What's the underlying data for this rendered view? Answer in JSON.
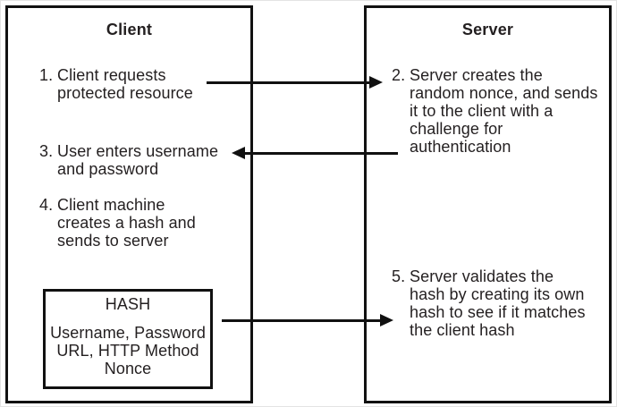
{
  "diagram": {
    "title_hint": "HTTP digest authentication message flow",
    "colors": {
      "line": "#111111",
      "text": "#231f20",
      "background": "#ffffff"
    },
    "client": {
      "title": "Client",
      "steps": [
        {
          "number": "1.",
          "lines": [
            "Client requests",
            "protected resource"
          ]
        },
        {
          "number": "3.",
          "lines": [
            "User enters username",
            "and password"
          ]
        },
        {
          "number": "4.",
          "lines": [
            "Client machine",
            "creates a hash and",
            "sends to server"
          ]
        }
      ],
      "hash_box": {
        "title": "HASH",
        "lines": [
          "Username, Password",
          "URL, HTTP Method",
          "Nonce"
        ]
      }
    },
    "server": {
      "title": "Server",
      "steps": [
        {
          "number": "2.",
          "lines": [
            "Server creates the",
            "random nonce, and sends",
            "it to the client with a",
            "challenge for",
            "authentication"
          ]
        },
        {
          "number": "5.",
          "lines": [
            "Server validates the",
            "hash by creating its own",
            "hash to see if it matches",
            "the client hash"
          ]
        }
      ]
    },
    "arrows": [
      {
        "name": "client-request-to-server",
        "direction": "right"
      },
      {
        "name": "server-challenge-to-client",
        "direction": "left"
      },
      {
        "name": "client-hash-to-server",
        "direction": "right"
      }
    ]
  }
}
